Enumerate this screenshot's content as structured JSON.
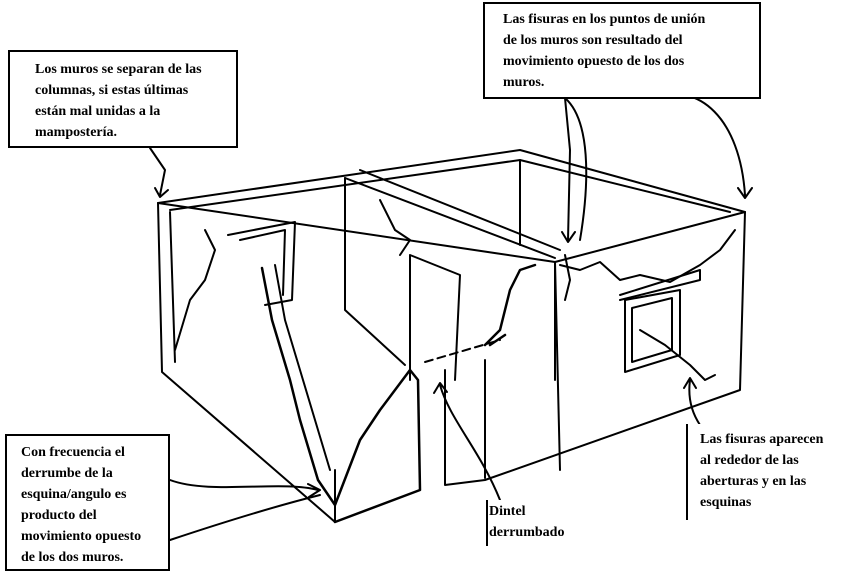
{
  "annotations": {
    "walls_separate": [
      "Los muros se separan de las",
      "columnas, si estas últimas",
      "están mal unidas a la",
      "mampostería."
    ],
    "joint_cracks": [
      "Las fisuras en los puntos de unión",
      "de los muros son resultado del",
      "movimiento opuesto de los dos",
      "muros."
    ],
    "corner_collapse": [
      "Con frecuencia el",
      "derrumbe de la",
      "esquina/angulo es",
      "producto del",
      "movimiento opuesto",
      "de los dos muros."
    ],
    "lintel": [
      "Dintel",
      "derrumbado"
    ],
    "opening_cracks": [
      "Las fisuras aparecen",
      "al rededor de las",
      "aberturas y en las",
      "esquinas"
    ]
  }
}
